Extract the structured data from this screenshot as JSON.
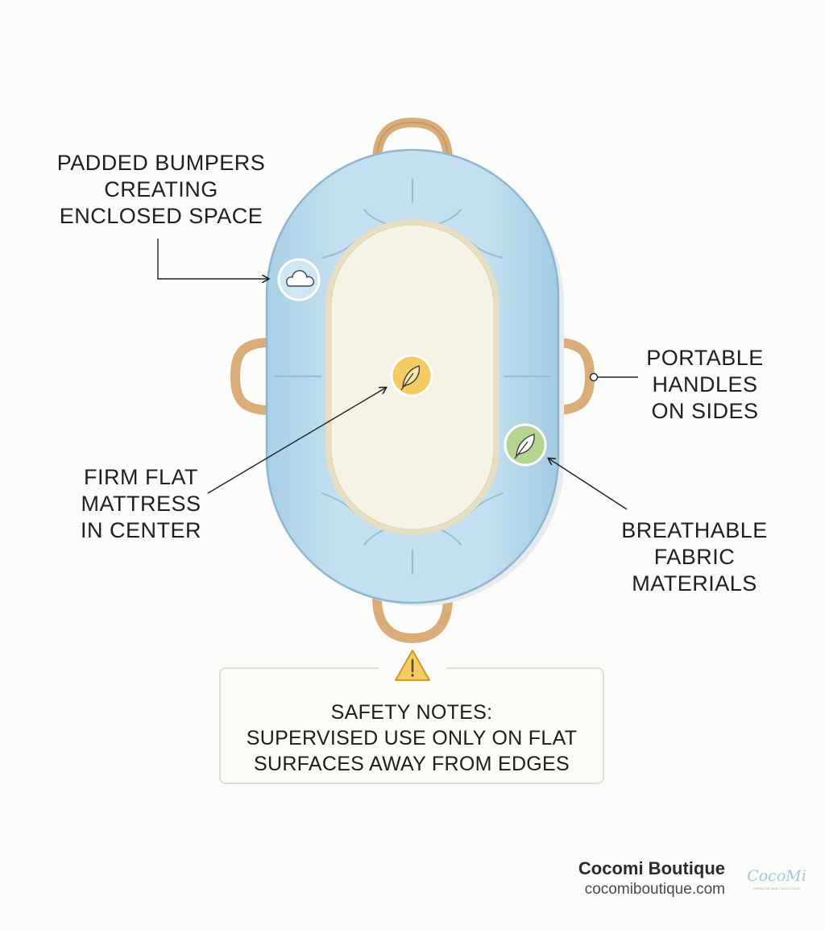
{
  "labels": {
    "bumpers": [
      "PADDED BUMPERS",
      "CREATING",
      "ENCLOSED SPACE"
    ],
    "handles": [
      "PORTABLE",
      "HANDLES",
      "ON SIDES"
    ],
    "mattress": [
      "FIRM FLAT",
      "MATTRESS",
      "IN CENTER"
    ],
    "fabric": [
      "BREATHABLE",
      "FABRIC",
      "MATERIALS"
    ]
  },
  "safety": {
    "lines": [
      "SAFETY NOTES:",
      "SUPERVISED USE ONLY ON FLAT",
      "SURFACES AWAY FROM EDGES"
    ]
  },
  "brand": {
    "name": "Cocomi Boutique",
    "url": "cocomiboutique.com",
    "logo_word": "CocoMi",
    "logo_tag": "PREMIUM BABY BOUTIQUE"
  },
  "icons": {
    "bumper_marker": "cloud-icon",
    "mattress_marker": "feather-icon",
    "fabric_marker": "leaf-icon",
    "safety": "warning-triangle-icon"
  },
  "colors": {
    "bumper": "#bcdbee",
    "bumper_outline": "#8fb6cf",
    "mattress": "#f6f2e4",
    "mattress_rim": "#e8dec2",
    "handle": "#d8ad79",
    "mattress_marker": "#f5cc63",
    "fabric_marker": "#b3d58f",
    "bumper_marker": "#cfe6f3"
  }
}
